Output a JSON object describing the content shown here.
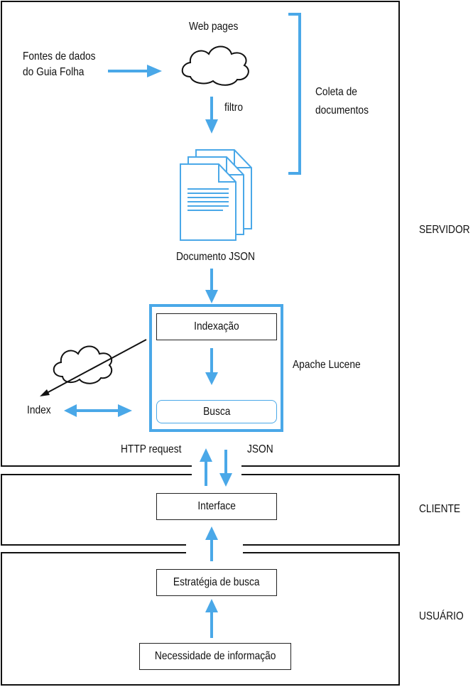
{
  "sections": {
    "server": "SERVIDOR",
    "client": "CLIENTE",
    "user": "USUÁRIO"
  },
  "collection": {
    "web_pages": "Web pages",
    "sources_line1": "Fontes de dados",
    "sources_line2": "do Guia Folha",
    "filter": "filtro",
    "bracket_line1": "Coleta de",
    "bracket_line2": "documentos",
    "document": "Documento JSON"
  },
  "lucene": {
    "label": "Apache Lucene",
    "indexing": "Indexação",
    "search": "Busca",
    "index": "Index"
  },
  "protocol": {
    "request": "HTTP request",
    "response": "JSON"
  },
  "client": {
    "interface": "Interface"
  },
  "user": {
    "strategy": "Estratégia de busca",
    "need": "Necessidade de informação"
  },
  "colors": {
    "accent": "#4aa8e8",
    "line": "#111111",
    "background": "#ffffff"
  }
}
